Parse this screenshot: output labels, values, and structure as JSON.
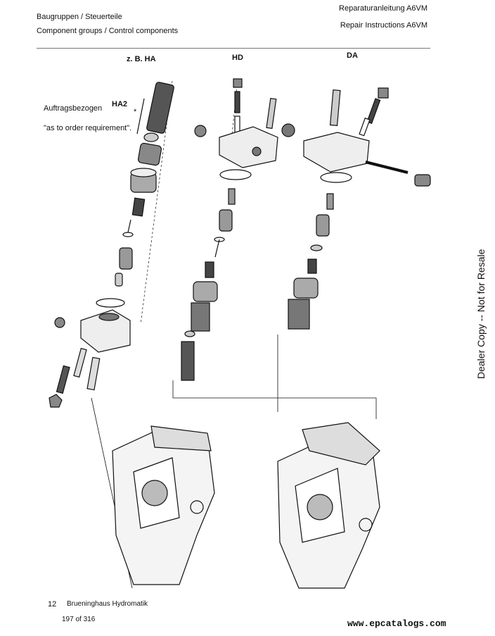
{
  "header": {
    "left_line1": "Baugruppen / Steuerteile",
    "left_line2": "Component groups / Control components",
    "right_line1": "Reparaturanleitung A6VM",
    "right_line2": "Repair Instructions A6VM"
  },
  "figure": {
    "label_ha": "z. B. HA",
    "label_hd": "HD",
    "label_da": "DA",
    "label_ha2": "HA2",
    "note_de": "Auftragsbezogen",
    "note_en": "\"as to order requirement\".",
    "asterisk": "*"
  },
  "side_watermark": "Dealer Copy -- Not for Resale",
  "footer": {
    "page_number": "12",
    "company": "Brueninghaus Hydromatik",
    "page_count": "197 of 316",
    "website": "www.epcatalogs.com"
  }
}
